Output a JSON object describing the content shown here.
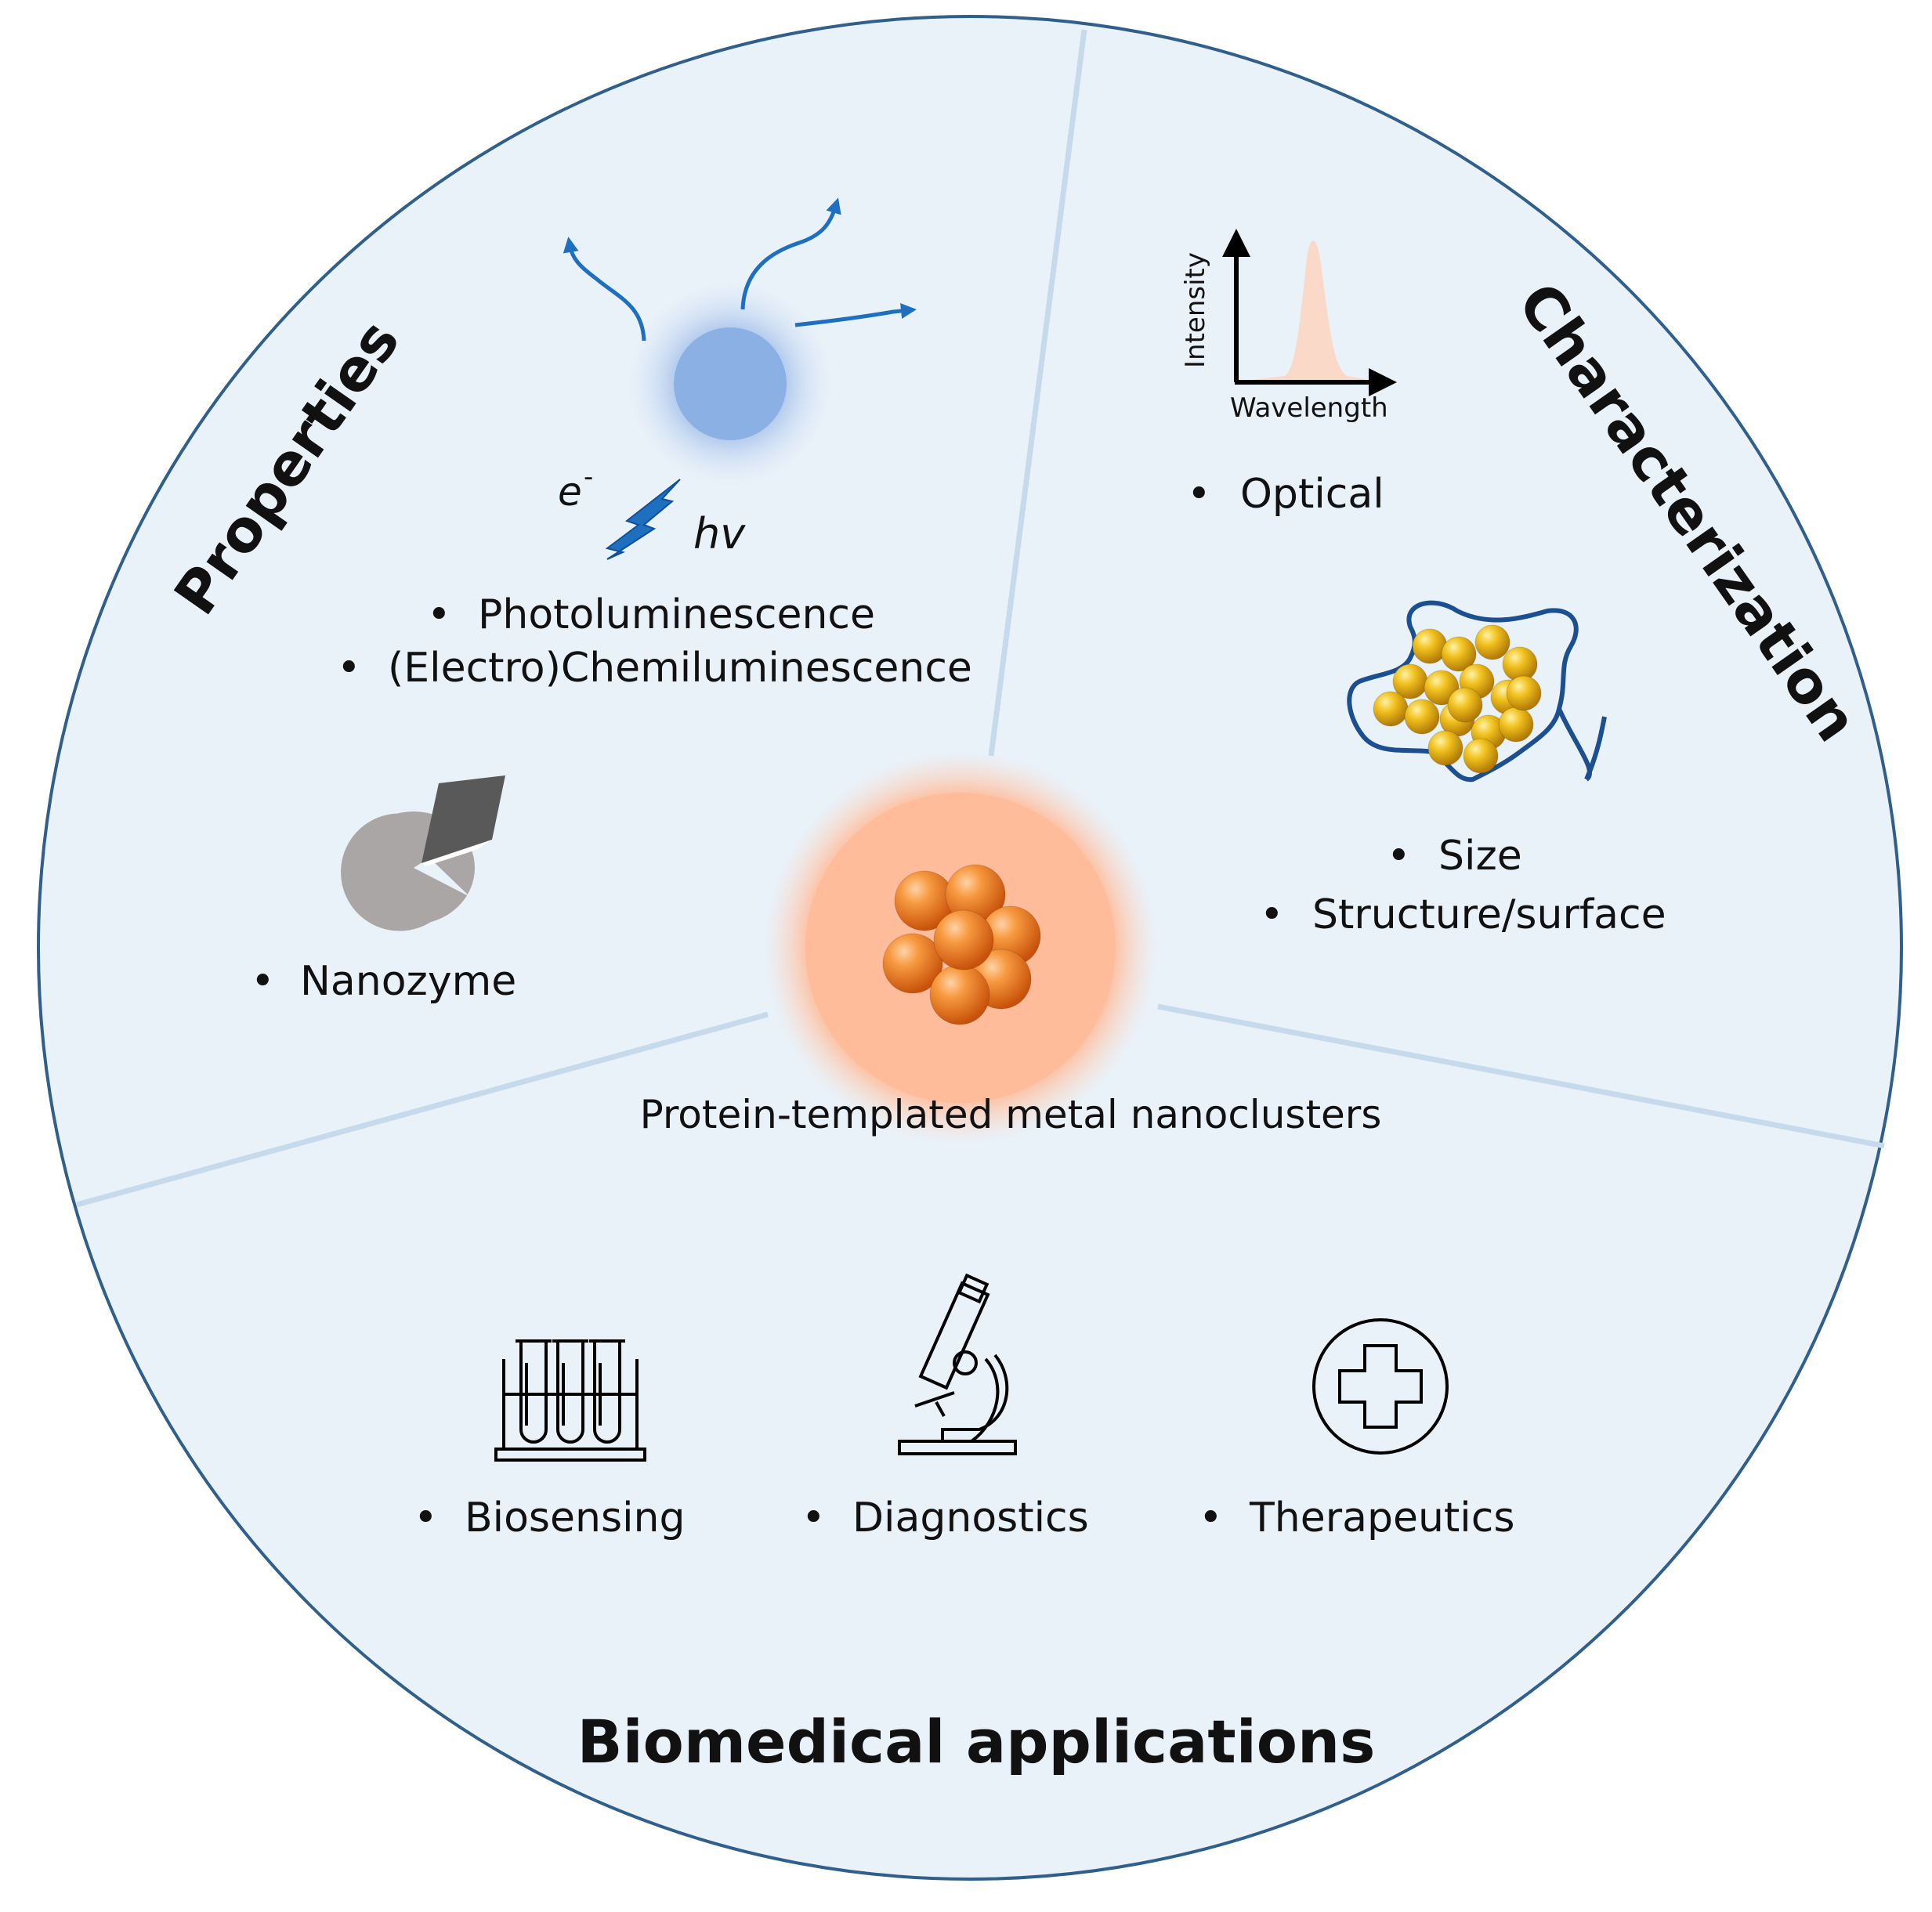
{
  "sections": {
    "properties": {
      "title": "Properties",
      "electron_label": "e",
      "electron_sup": "-",
      "photon_label": "hv",
      "items": [
        "Photoluminescence",
        "(Electro)Chemiluminescence"
      ],
      "nanozyme_item": "Nanozyme"
    },
    "characterization": {
      "title": "Characterization",
      "graph_y_label": "Intensity",
      "graph_x_label": "Wavelength",
      "optical_item": "Optical",
      "items": [
        "Size",
        "Structure/surface"
      ]
    },
    "center": {
      "label": "Protein-templated metal nanoclusters"
    },
    "applications": {
      "title": "Biomedical applications",
      "items": [
        "Biosensing",
        "Diagnostics",
        "Therapeutics"
      ]
    }
  },
  "icons": [
    "glowing-particle-icon",
    "lightning-icon",
    "nanozyme-pie-icon",
    "spectrum-graph-icon",
    "protein-cluster-icon",
    "nanocluster-icon",
    "test-tubes-icon",
    "microscope-icon",
    "medical-cross-icon"
  ],
  "colors": {
    "circle_fill": "#e9f1f9",
    "circle_border": "#2f5f8a",
    "divider": "#c7daec",
    "accent_blue": "#1f6fc1",
    "nanocluster_orange": "#ef7a1c",
    "gold": "#e2a70c",
    "peak_fill": "#fbd9c9"
  }
}
